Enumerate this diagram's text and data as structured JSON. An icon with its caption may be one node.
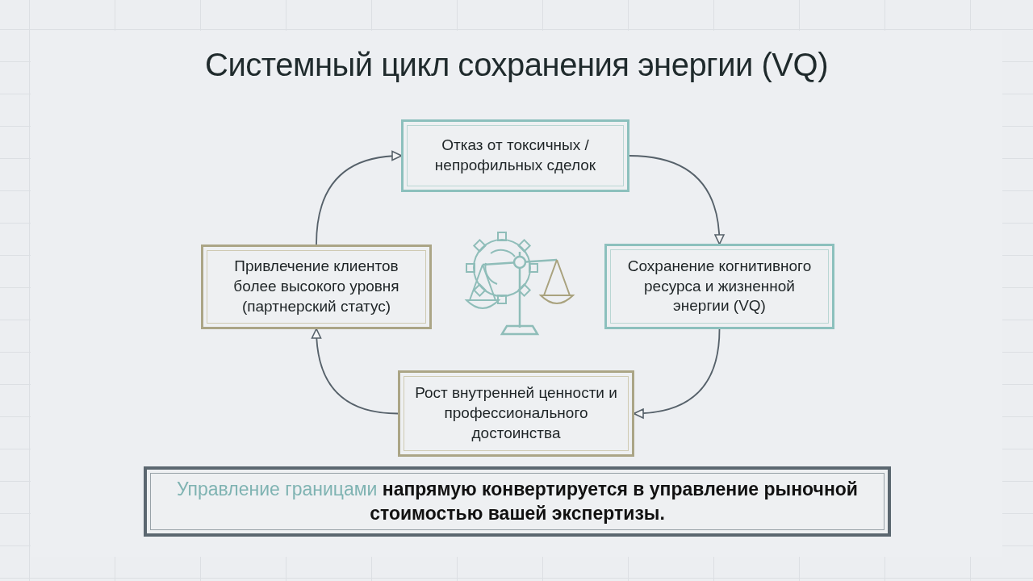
{
  "diagram": {
    "title": "Системный цикл сохранения энергии (VQ)",
    "nodes": [
      {
        "text": [
          "Отказ от токсичных / непрофильных сделок"
        ]
      },
      {
        "text": [
          "Сохранение когнитивного ресурса и жизненной энергии (VQ)"
        ]
      },
      {
        "text": [
          "Рост внутренней ценности и профессионального достоинства"
        ]
      },
      {
        "text": [
          "Привлечение клиентов более высокого уровня (партнерский статус)"
        ]
      },
      {
        "text": [
          "Управление границами **напрямую конвертируется в управление рыночной стоимостью вашей экспертизы.**"
        ]
      }
    ],
    "edges": [
      {
        "from": 0,
        "to": 1,
        "arrow": "to"
      },
      {
        "from": 1,
        "to": 2,
        "arrow": "to"
      },
      {
        "from": 2,
        "to": 3,
        "arrow": "to"
      },
      {
        "from": 3,
        "to": 0,
        "arrow": "to"
      }
    ]
  }
}
